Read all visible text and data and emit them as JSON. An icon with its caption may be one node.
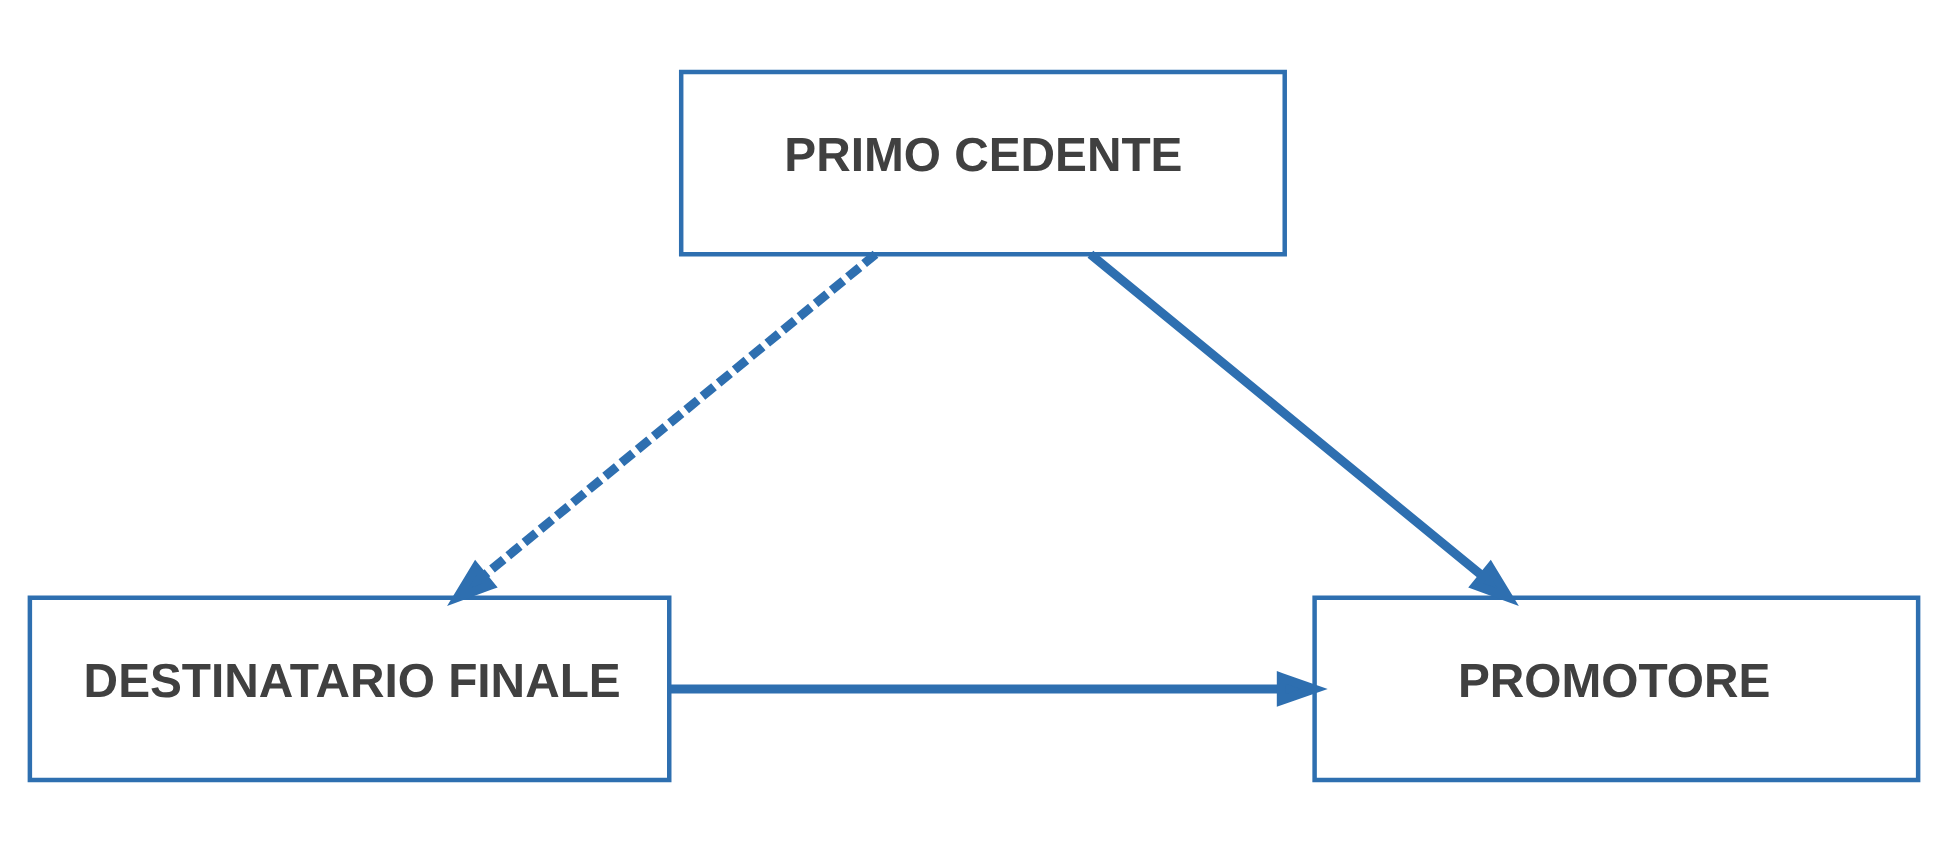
{
  "diagram": {
    "nodes": [
      {
        "text": [
          "PRIMO CEDENTE"
        ]
      },
      {
        "text": [
          "DESTINATARIO FINALE"
        ]
      },
      {
        "text": [
          "PROMOTORE"
        ]
      }
    ],
    "edges": [
      {
        "from": 0,
        "to": 1,
        "arrow": "to",
        "style": "dashed"
      },
      {
        "from": 0,
        "to": 2,
        "arrow": "to"
      },
      {
        "from": 1,
        "to": 2,
        "arrow": "to"
      }
    ]
  }
}
